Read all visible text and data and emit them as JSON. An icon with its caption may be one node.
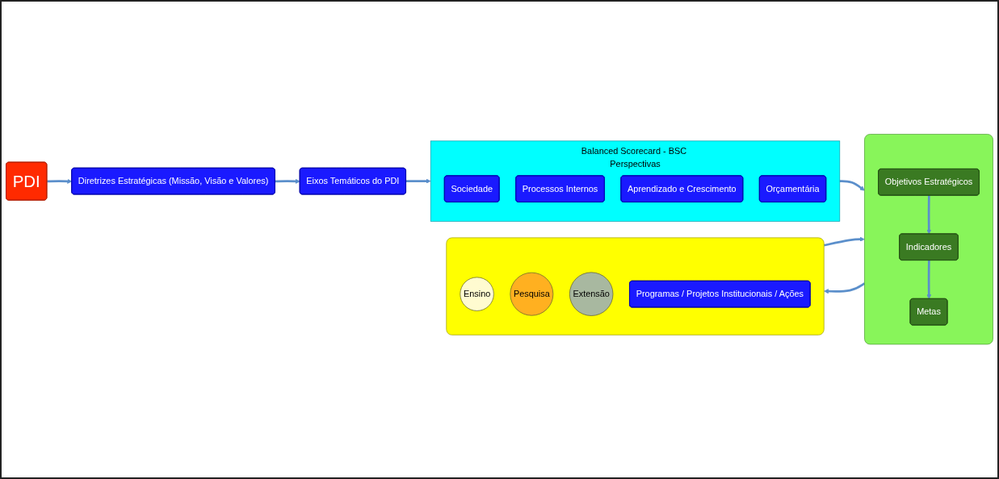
{
  "diagram": {
    "nodes": [
      {
        "text": [
          "PDI"
        ]
      },
      {
        "text": [
          "Diretrizes Estratégicas (Missão, Visão e Valores)"
        ]
      },
      {
        "text": [
          "Eixos Temáticos do PDI"
        ]
      },
      {
        "text": [
          "Balanced Scorecard - BSC Perspectivas"
        ]
      },
      {
        "text": [
          "Sociedade"
        ],
        "in": 3
      },
      {
        "text": [
          "Processos Internos"
        ],
        "in": 3
      },
      {
        "text": [
          "Aprendizado e Crescimento"
        ],
        "in": 3
      },
      {
        "text": [
          "Orçamentária"
        ],
        "in": 3
      },
      {
        "text": [],
        "shape": "box"
      },
      {
        "text": [
          "Objetivos Estratégicos"
        ],
        "in": 8
      },
      {
        "text": [
          "Indicadores"
        ],
        "in": 8
      },
      {
        "text": [
          "Metas"
        ],
        "in": 8
      },
      {
        "text": [],
        "shape": "box"
      },
      {
        "text": [
          "Ensino"
        ],
        "in": 12
      },
      {
        "text": [
          "Pesquisa"
        ],
        "in": 12
      },
      {
        "text": [
          "Extensão"
        ],
        "in": 12
      },
      {
        "text": [
          "Programas / Projetos Institucionais / Ações"
        ],
        "in": 12
      }
    ],
    "edges": [
      {
        "from": 0,
        "to": 1,
        "arrow": "to"
      },
      {
        "from": 1,
        "to": 2,
        "arrow": "to"
      },
      {
        "from": 2,
        "to": 3,
        "arrow": "to"
      },
      {
        "from": 3,
        "to": 8,
        "arrow": "to"
      },
      {
        "from": 9,
        "to": 10,
        "arrow": "to"
      },
      {
        "from": 10,
        "to": 11,
        "arrow": "to"
      },
      {
        "from": 8,
        "to": 12,
        "arrow": "to"
      },
      {
        "from": 12,
        "to": 8,
        "arrow": "to"
      }
    ]
  }
}
